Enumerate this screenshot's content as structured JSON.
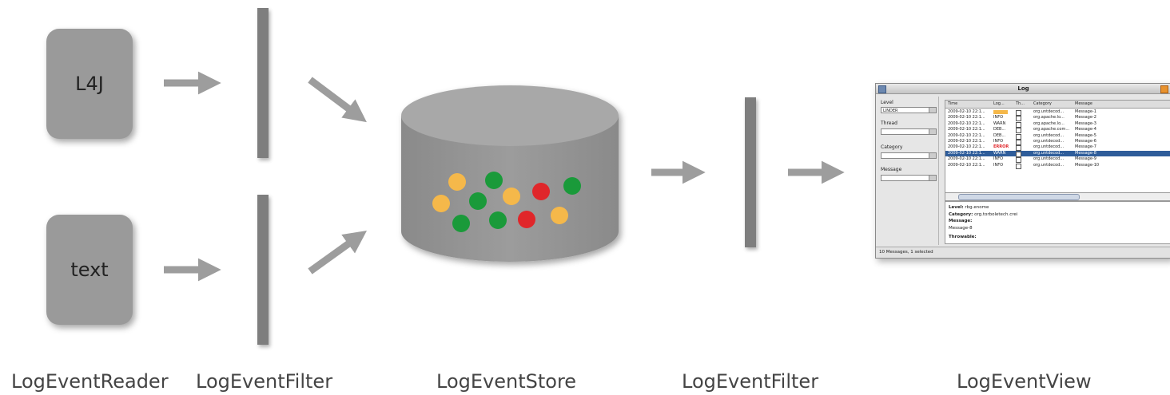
{
  "colors": {
    "box": "#9a9a9a",
    "bar": "#7e7e7e",
    "arrow": "#9d9d9d",
    "cylinder": "#8f8f8f",
    "dot_orange": "#f5b84a",
    "dot_green": "#1a9a3a",
    "dot_red": "#e0262a"
  },
  "readers": [
    {
      "text": "L4J"
    },
    {
      "text": "text"
    }
  ],
  "labels": {
    "reader": "LogEventReader",
    "filter1": "LogEventFilter",
    "store": "LogEventStore",
    "filter2": "LogEventFilter",
    "view": "LogEventView"
  },
  "window": {
    "title": "Log",
    "side_labels": [
      "Level",
      "Thread",
      "Category",
      "Message"
    ],
    "level_value": "LINDER",
    "columns": [
      "Time",
      "Log...",
      "Th...",
      "Category",
      "Message"
    ],
    "rows": [
      [
        "2009-02-10 22:1...",
        "",
        "",
        "org.untdecod...",
        "Message-1"
      ],
      [
        "2009-02-10 22:1...",
        "INFO",
        "",
        "org.apache.lo...",
        "Message-2"
      ],
      [
        "2009-02-10 22:1...",
        "WARN",
        "",
        "org.apache.lo...",
        "Message-3"
      ],
      [
        "2009-02-10 22:1...",
        "DEB...",
        "",
        "org.apache.com...",
        "Message-4"
      ],
      [
        "2009-02-10 22:1...",
        "DEB...",
        "",
        "org.untdecod...",
        "Message-5"
      ],
      [
        "2009-02-10 22:1...",
        "INFO",
        "",
        "org.untdecod...",
        "Message-6"
      ],
      [
        "2009-02-10 22:1...",
        "ERROR",
        "",
        "org.untdecod...",
        "Message-7"
      ],
      [
        "2009-02-10 22:1...",
        "WARN",
        "",
        "org.untdecod...",
        "Message-8"
      ],
      [
        "2009-02-10 22:1...",
        "INFO",
        "",
        "org.untdecod...",
        "Message-9"
      ],
      [
        "2009-02-10 22:1...",
        "INFO",
        "",
        "org.untdecod...",
        "Message-10"
      ]
    ],
    "selected_row": 7,
    "detail": {
      "level_label": "Level:",
      "level_value": "rbg.enome",
      "category_label": "Category:",
      "category_value": "org.torboletech.crei",
      "message_label": "Message:",
      "message_value": "Message-8",
      "throwable_label": "Throwable:"
    },
    "status": "10 Messages, 1 selected"
  }
}
